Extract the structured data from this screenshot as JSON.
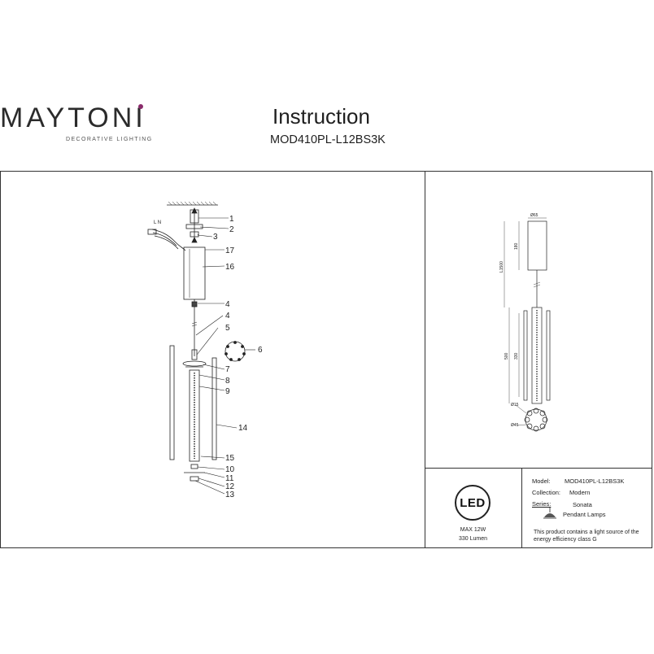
{
  "header": {
    "brand_name": "MAYTONI",
    "brand_tagline": "DECORATIVE LIGHTING",
    "title": "Instruction",
    "model_code": "MOD410PL-L12BS3K"
  },
  "assembly": {
    "part_numbers": [
      "1",
      "2",
      "3",
      "17",
      "16",
      "4",
      "4",
      "5",
      "6",
      "7",
      "8",
      "9",
      "14",
      "15",
      "10",
      "11",
      "12",
      "13"
    ],
    "wire_mark": "L N"
  },
  "dimensions": {
    "canopy_width": "Ø65",
    "canopy_height": "180",
    "cable_length": "L1500",
    "body_length": "500",
    "inner_length": "330",
    "diameter_small": "Ø15",
    "diameter_large": "Ø45"
  },
  "info": {
    "led_label": "LED",
    "power": "MAX 12W",
    "lumen": "330 Lumen",
    "model_label": "Model:",
    "model_value": "MOD410PL-L12BS3K",
    "collection_label": "Collection:",
    "collection_value": "Modern",
    "series_label": "Series:",
    "series_value": "Sonata",
    "type_value": "Pendant Lamps",
    "note": "This product contains a light source of the energy efficiency class G"
  },
  "icons": [
    "pendant-lamp-icon",
    "led-badge-icon"
  ]
}
